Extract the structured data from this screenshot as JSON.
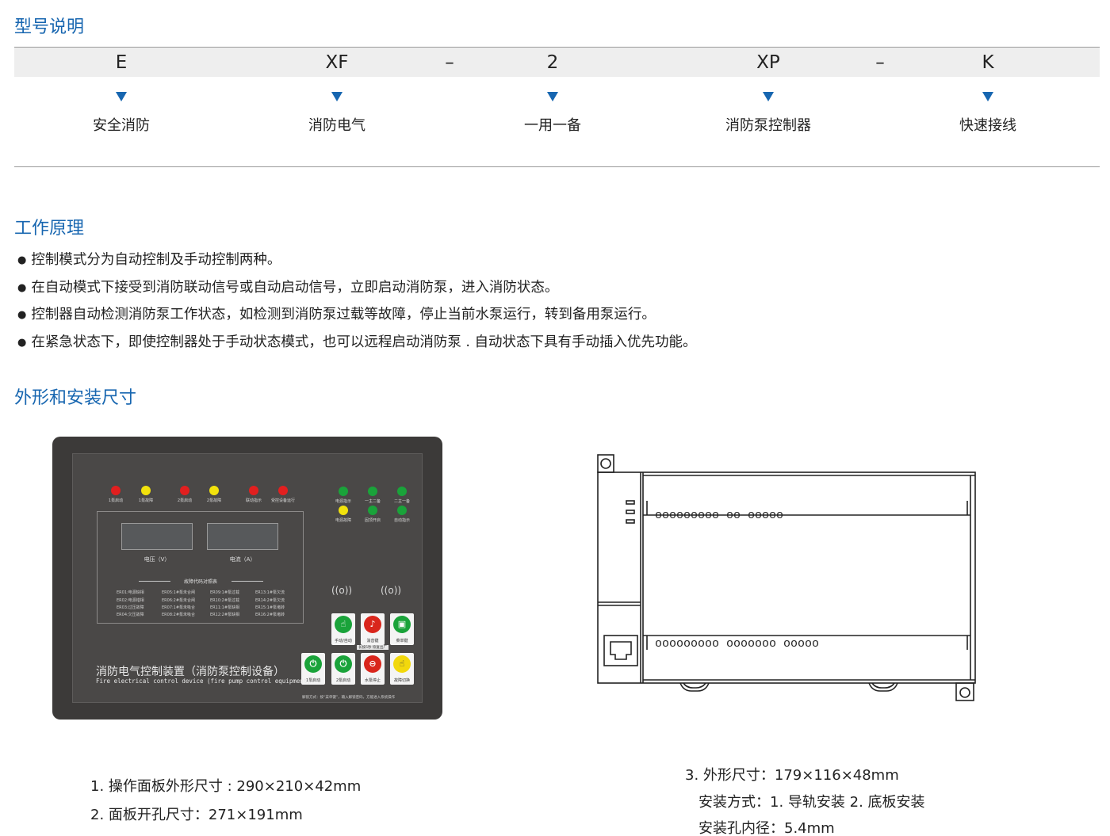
{
  "sections": {
    "model_title": "型号说明",
    "principle_title": "工作原理",
    "dimension_title": "外形和安装尺寸"
  },
  "model_code": {
    "chars": [
      "E",
      "XF",
      "–",
      "2",
      "XP",
      "–",
      "K"
    ],
    "descriptions": [
      "安全消防",
      "消防电气",
      "一用一备",
      "消防泵控制器",
      "快速接线"
    ]
  },
  "principle": [
    "控制模式分为自动控制及手动控制两种。",
    "在自动模式下接受到消防联动信号或自动启动信号，立即启动消防泵，进入消防状态。",
    "控制器自动检测消防泵工作状态，如检测到消防泵过载等故障，停止当前水泵运行，转到备用泵运行。",
    "在紧急状态下，即使控制器处于手动状态模式，也可以远程启动消防泵 . 自动状态下具有手动插入优先功能。"
  ],
  "panel": {
    "top_leds": [
      "1泵启动",
      "1泵故障",
      "2泵启动",
      "2泵故障",
      "联动指示",
      "受控设备运行"
    ],
    "right_leds_top": [
      "电源指示",
      "一主二备",
      "二主一备"
    ],
    "right_leds_bottom": [
      "电源故障",
      "固顶开启",
      "自动指示"
    ],
    "meter_labels": [
      "电压（V）",
      "电流（A）"
    ],
    "fault_title": "故障代码对照表",
    "fault_codes": [
      [
        "ER01:电源缺相",
        "ER05:1#泵未合闸",
        "ER09:1#泵过载",
        "ER13:1#泵欠流"
      ],
      [
        "ER02:电源错相",
        "ER06:2#泵未合闸",
        "ER10:2#泵过载",
        "ER14:2#泵欠流"
      ],
      [
        "ER03:过压故障",
        "ER07:1#泵未吸合",
        "ER11:1#泵缺相",
        "ER15:1#泵堵转"
      ],
      [
        "ER04:欠压故障",
        "ER08:2#泵未吸合",
        "ER12:2#泵缺相",
        "ER16:2#泵堵转"
      ]
    ],
    "wifi_glyph": "((o))",
    "buttons_row1": [
      "手动/自动",
      "消音键",
      "菜单键"
    ],
    "buttons_row1_note": "长按5秒 恢复出厂",
    "buttons_row2": [
      "1泵启动",
      "2泵启动",
      "水泵停止",
      "故障切换"
    ],
    "title": "消防电气控制装置（消防泵控制设备）",
    "subtitle": "Fire electrical control device (fire pump control equipment)",
    "footnote": "解锁方式：按“菜单键”，输入解锁密码，方能进入系统操作",
    "colors": {
      "red": "#e21f1f",
      "yellow": "#f2e20c",
      "green": "#1aa33a"
    }
  },
  "drawing": {
    "top_terminals": "ooooooooo oo ooooo",
    "bottom_terminals": "ooooooooo ooooooo ooooo"
  },
  "specs": {
    "left": [
      "1. 操作面板外形尺寸 : 290×210×42mm",
      "2. 面板开孔尺寸：271×191mm"
    ],
    "right": [
      "3. 外形尺寸：179×116×48mm",
      "安装方式：1. 导轨安装   2. 底板安装",
      "安装孔内径：5.4mm"
    ]
  }
}
